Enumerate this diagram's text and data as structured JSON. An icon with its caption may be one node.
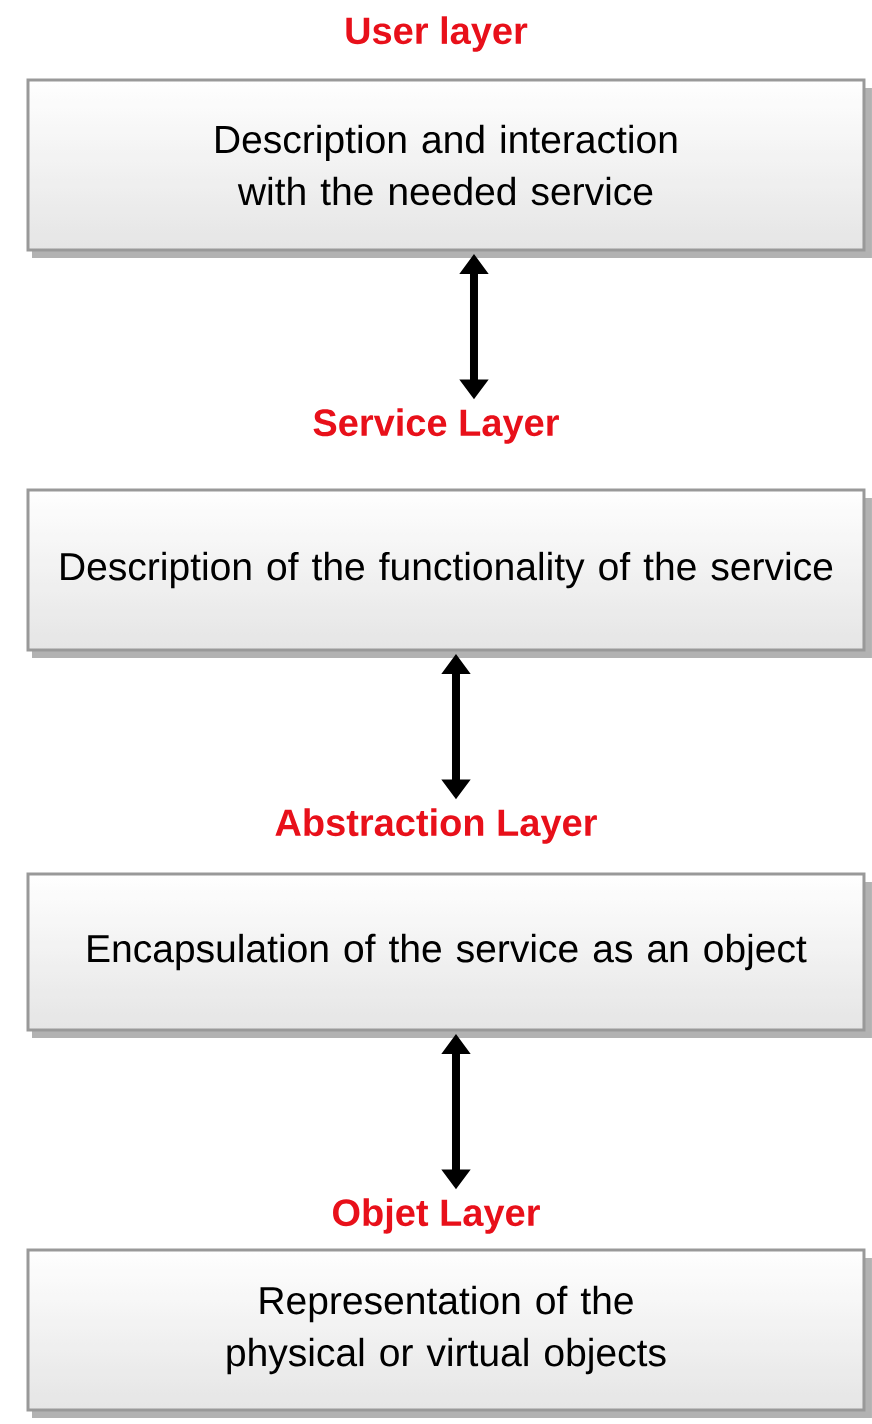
{
  "diagram": {
    "nodes": [
      {
        "text": [
          "User layer",
          "Description and interaction with the needed service"
        ]
      },
      {
        "text": [
          "Service Layer",
          "Description of the functionality of the service"
        ]
      },
      {
        "text": [
          "Abstraction Layer",
          "Encapsulation of the service as an object"
        ]
      },
      {
        "text": [
          "Objet Layer",
          "Representation of the physical or virtual objects"
        ]
      }
    ],
    "edges": [
      {
        "from": 0,
        "to": 1,
        "arrow": "both"
      },
      {
        "from": 1,
        "to": 2,
        "arrow": "both"
      },
      {
        "from": 2,
        "to": 3,
        "arrow": "both"
      }
    ]
  }
}
